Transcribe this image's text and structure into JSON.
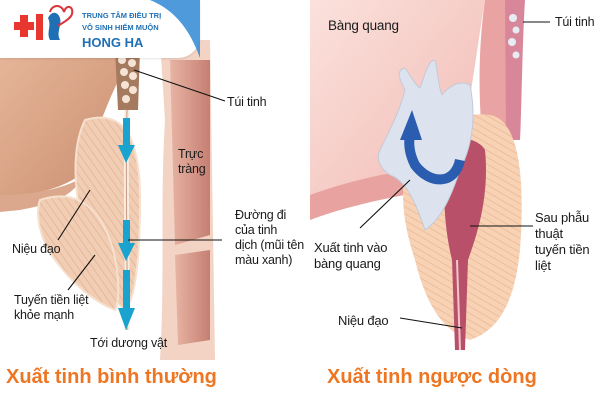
{
  "brand": {
    "line1": "TRUNG TÂM ĐIỀU TRỊ",
    "line2": "VÔ SINH HIẾM MUỘN",
    "name": "HONG HA",
    "colors": {
      "red": "#e8372f",
      "blue": "#1f6fb5",
      "heart": "#d9363e",
      "swoosh": "#3b8fd6"
    }
  },
  "left_diagram": {
    "labels": {
      "seminal_vesicle": "Túi tinh",
      "rectum_line1": "Trực",
      "rectum_line2": "tràng",
      "path_line1": "Đường đi",
      "path_line2": "của tinh",
      "path_line3": "dịch (mũi tên",
      "path_line4": "màu xanh)",
      "urethra": "Niệu đạo",
      "prostate_line1": "Tuyến tiền liệt",
      "prostate_line2": "khỏe mạnh",
      "to_penis": "Tới dương vật"
    },
    "caption": "Xuất tinh bình thường",
    "arrow_color": "#1aa3cf"
  },
  "right_diagram": {
    "labels": {
      "bladder": "Bàng quang",
      "seminal_vesicle": "Túi tinh",
      "post_op_line1": "Sau phẫu",
      "post_op_line2": "thuật",
      "post_op_line3": "tuyến tiền",
      "post_op_line4": "liệt",
      "retro_line1": "Xuất tinh vào",
      "retro_line2": "bàng quang",
      "urethra": "Niệu đạo"
    },
    "caption": "Xuất tinh ngược dòng",
    "arrow_color": "#2a5db0"
  },
  "caption_color": "#ee7623"
}
